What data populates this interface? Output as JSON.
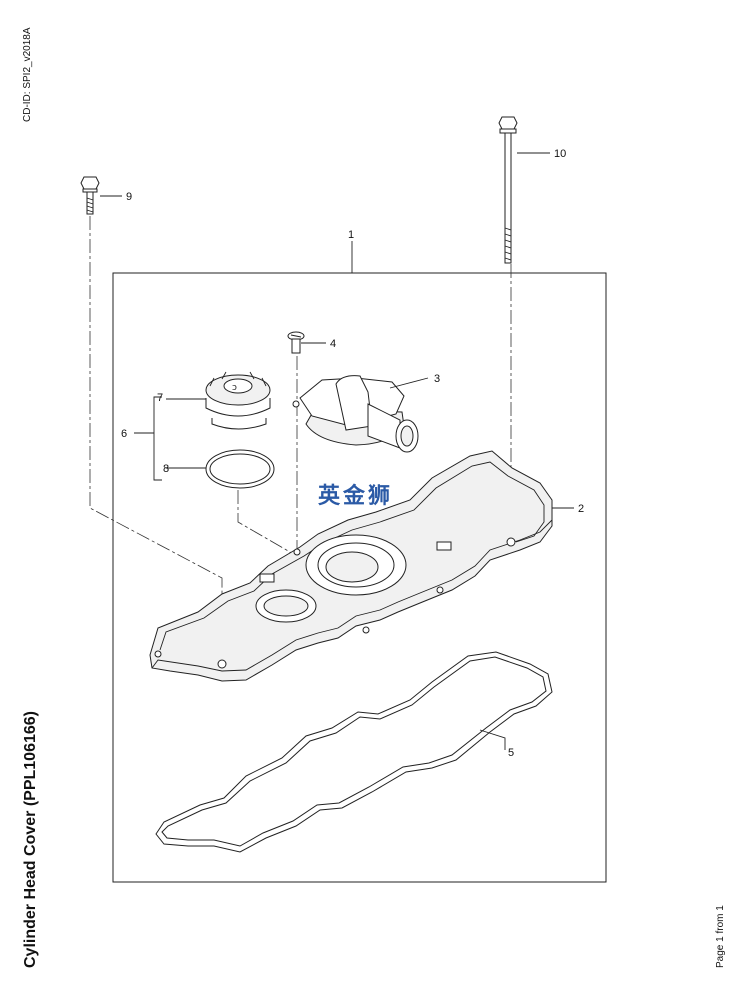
{
  "header": {
    "cd_id": "CD-ID: SPI2_v2018A"
  },
  "title": "Cylinder Head Cover (PPL106166)",
  "footer": {
    "page": "Page 1 from 1"
  },
  "watermark": "英金狮",
  "callouts": {
    "c1": "1",
    "c2": "2",
    "c3": "3",
    "c4": "4",
    "c5": "5",
    "c6": "6",
    "c7": "7",
    "c8": "8",
    "c9": "9",
    "c10": "10"
  }
}
